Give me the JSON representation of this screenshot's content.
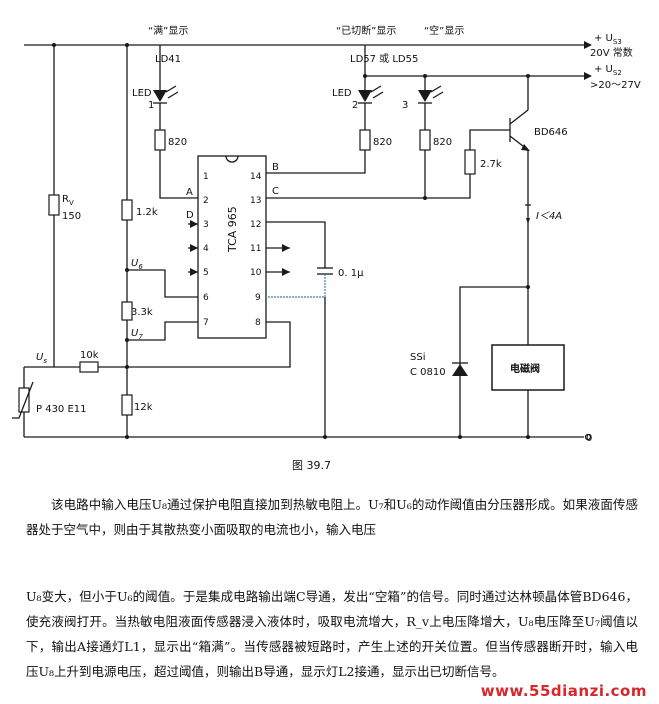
{
  "diagram": {
    "labels": {
      "full_display": "“满”显示",
      "cut_display": "“已切断”显示",
      "empty_display": "“空”显示",
      "us3": "+ U",
      "us3_sub": "S3",
      "us3_desc": "20V 常数",
      "us2": "+ U",
      "us2_sub": "S2",
      "us2_desc": ">20～27V",
      "ld41": "LD41",
      "ld57": "LD57 或 LD55",
      "led1": "LED",
      "led1_num": "1",
      "led2": "LED",
      "led2_num": "2",
      "led3_num": "3",
      "r820a": "820",
      "r820b": "820",
      "r820c": "820",
      "r27k": "2.7k",
      "bd646": "BD646",
      "current": "I＜4A",
      "rv": "R",
      "rv_sub": "V",
      "rv_val": "150",
      "r12k_top": "1.2k",
      "r33k": "3.3k",
      "r12k_bot": "12k",
      "r10k": "10k",
      "u6": "U",
      "u6_sub": "6",
      "u7": "U",
      "u7_sub": "7",
      "us": "U",
      "us_sub": "s",
      "p430": "P 430 E11",
      "cap": "0. 1μ",
      "ssi": "SSi",
      "c0810": "C 0810",
      "valve": "电磁阀",
      "ground": "0",
      "ic": "TCA 965",
      "pin_a": "A",
      "pin_d": "D",
      "pin_b": "B",
      "pin_c": "C",
      "pins_left": [
        "1",
        "2",
        "3",
        "4",
        "5",
        "6",
        "7"
      ],
      "pins_right": [
        "14",
        "13",
        "12",
        "11",
        "10",
        "9",
        "8"
      ]
    },
    "colors": {
      "wire": "#1a1a1a",
      "highlight_wire": "#3b7fc4"
    }
  },
  "caption": "图 39.7",
  "paragraph1": "该电路中输入电压U₈通过保护电阻直接加到热敏电阻上。U₇和U₆的动作阈值由分压器形成。如果液面传感器处于空气中，则由于其散热变小面吸取的电流也小，输入电压",
  "paragraph2": "U₈变大，但小于U₆的阈值。于是集成电路输出端C导通，发出“空箱”的信号。同时通过达林顿晶体管BD646，使充液阀打开。当热敏电阻液面传感器浸入液体时，吸取电流增大，R_v上电压降增大，U₈电压降至U₇阈值以下，输出A接通灯L1，显示出“箱满”。当传感器被短路时，产生上述的开关位置。但当传感器断开时，输入电压U₈上升到电源电压，超过阈值，则输出B导通，显示灯L2接通，显示出已切断信号。",
  "watermark": "www.55dianzi.com"
}
